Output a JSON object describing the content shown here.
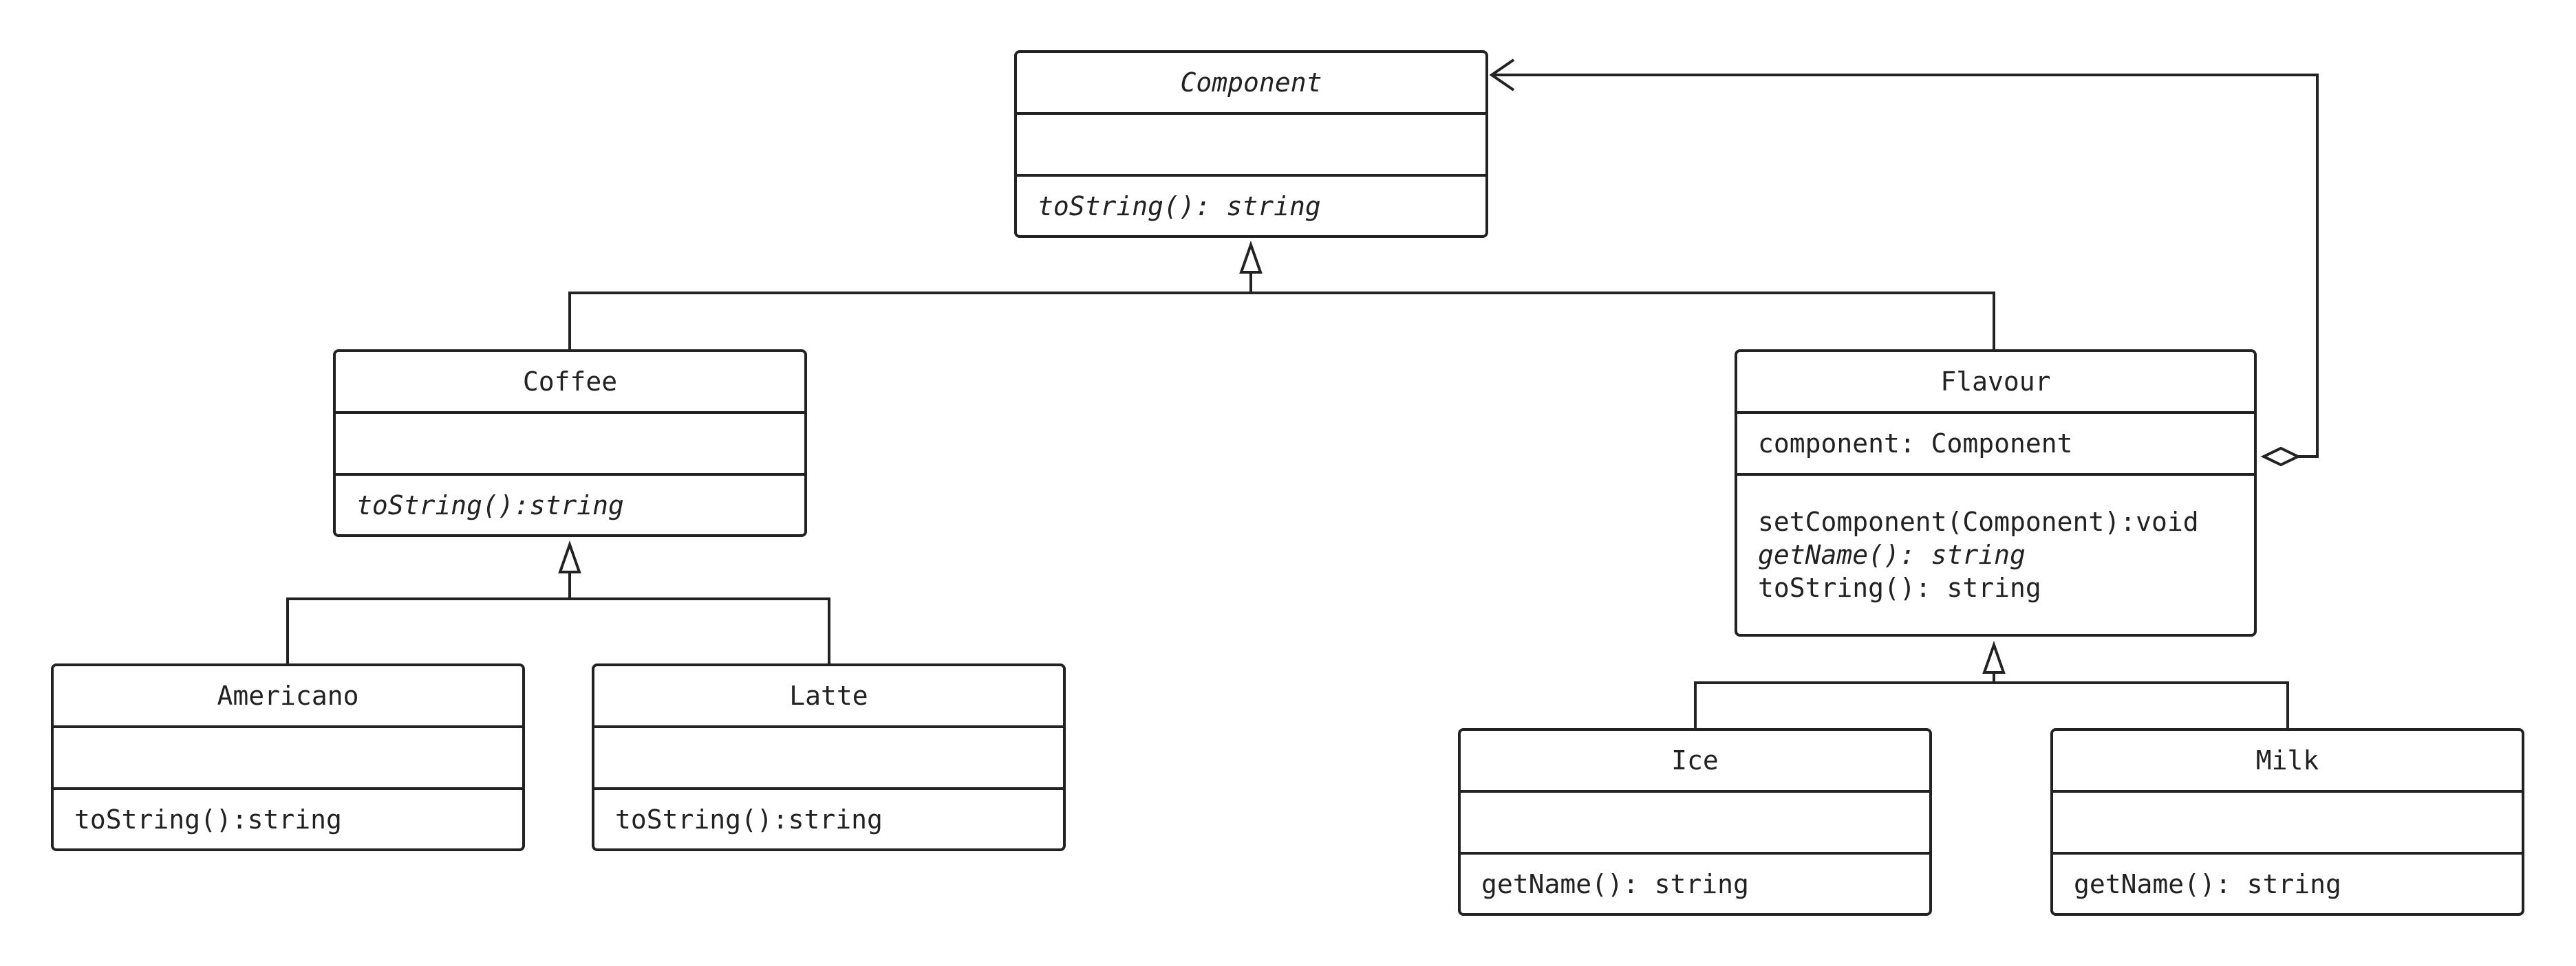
{
  "classes": {
    "component": {
      "name": "Component",
      "attributes": [],
      "operations": [
        "toString(): string"
      ]
    },
    "coffee": {
      "name": "Coffee",
      "attributes": [],
      "operations": [
        "toString():string"
      ]
    },
    "flavour": {
      "name": "Flavour",
      "attributes": [
        "component: Component"
      ],
      "operations": [
        "setComponent(Component):void",
        "getName(): string",
        "toString(): string"
      ]
    },
    "americano": {
      "name": "Americano",
      "attributes": [],
      "operations": [
        "toString():string"
      ]
    },
    "latte": {
      "name": "Latte",
      "attributes": [],
      "operations": [
        "toString():string"
      ]
    },
    "ice": {
      "name": "Ice",
      "attributes": [],
      "operations": [
        "getName(): string"
      ]
    },
    "milk": {
      "name": "Milk",
      "attributes": [],
      "operations": [
        "getName(): string"
      ]
    }
  },
  "relationships": [
    {
      "type": "generalization",
      "from": "Coffee",
      "to": "Component"
    },
    {
      "type": "generalization",
      "from": "Flavour",
      "to": "Component"
    },
    {
      "type": "generalization",
      "from": "Americano",
      "to": "Coffee"
    },
    {
      "type": "generalization",
      "from": "Latte",
      "to": "Coffee"
    },
    {
      "type": "generalization",
      "from": "Ice",
      "to": "Flavour"
    },
    {
      "type": "generalization",
      "from": "Milk",
      "to": "Flavour"
    },
    {
      "type": "aggregation",
      "from": "Flavour",
      "to": "Component"
    }
  ],
  "colors": {
    "stroke": "#222222",
    "background": "#ffffff"
  }
}
